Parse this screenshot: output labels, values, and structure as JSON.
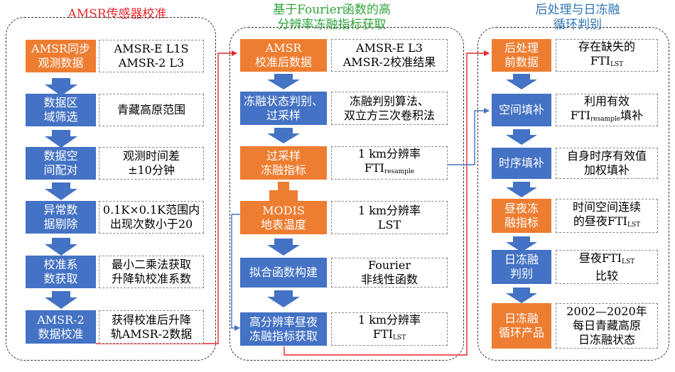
{
  "colors": {
    "orange": "#ed7d31",
    "blue": "#4472c4",
    "title_red": "#e8262b",
    "title_green": "#2ea43a",
    "title_blue": "#2e75b6",
    "connector_red": "#e8262b",
    "connector_blue": "#4472c4"
  },
  "columns": {
    "calibration": {
      "title": "AMSR传感器校准",
      "steps": [
        {
          "label": "AMSR同步\n观测数据",
          "color": "orange",
          "desc": [
            "AMSR-E L1S",
            "AMSR-2 L3"
          ]
        },
        {
          "label": "数据区\n域筛选",
          "color": "blue",
          "desc": [
            "青藏高原范围"
          ]
        },
        {
          "label": "数据空\n间配对",
          "color": "blue",
          "desc": [
            "观测时间差",
            "±10分钟"
          ]
        },
        {
          "label": "异常数\n据剔除",
          "color": "blue",
          "desc": [
            "0.1K×0.1K范围内",
            "出现次数小于20"
          ]
        },
        {
          "label": "校准系\n数获取",
          "color": "blue",
          "desc": [
            "最小二乘法获取",
            "升降轨校准系数"
          ]
        },
        {
          "label": "AMSR-2\n数据校准",
          "color": "blue",
          "desc": [
            "获得校准后升降",
            "轨AMSR-2数据"
          ]
        }
      ]
    },
    "fourier": {
      "title_line1": "基于Fourier函数的高",
      "title_line2": "分辨率冻融指标获取",
      "steps": [
        {
          "label": "AMSR\n校准后数据",
          "color": "orange",
          "desc": [
            "AMSR-E L3",
            "AMSR-2校准结果"
          ]
        },
        {
          "label": "冻融状态判别、\n过采样",
          "color": "blue",
          "desc": [
            "冻融判别算法、",
            "双立方三次卷积法"
          ]
        },
        {
          "label": "过采样\n冻融指标",
          "color": "orange",
          "desc_line1": "1 km分辨率",
          "desc_main": "FTI",
          "desc_sub": "resample"
        },
        {
          "label": "MODIS\n地表温度",
          "color": "orange",
          "desc": [
            "1 km分辨率",
            "LST"
          ]
        },
        {
          "label": "拟合函数构建",
          "color": "blue",
          "desc": [
            "Fourier",
            "非线性函数"
          ]
        },
        {
          "label": "高分辨率昼夜\n冻融指标获取",
          "color": "blue",
          "desc_line1": "1 km分辨率",
          "desc_main": "FTI",
          "desc_sub": "LST"
        }
      ],
      "plus_symbol": "+"
    },
    "post": {
      "title_line1": "后处理与日冻融",
      "title_line2": "循环判别",
      "steps": [
        {
          "label": "后处理\n前数据",
          "color": "orange",
          "desc_line1": "存在缺失的",
          "desc_main": "FTI",
          "desc_sub": "LST"
        },
        {
          "label": "空间填补",
          "color": "blue",
          "desc_line1": "利用有效",
          "desc_main": "FTI",
          "desc_sub": "resample",
          "desc_tail": "填补"
        },
        {
          "label": "时序填补",
          "color": "blue",
          "desc": [
            "自身时序有效值",
            "加权填补"
          ]
        },
        {
          "label": "昼夜冻\n融指标",
          "color": "orange",
          "desc_line1": "时间空间连续",
          "desc_pre": "的昼夜",
          "desc_main": "FTI",
          "desc_sub": "LST"
        },
        {
          "label": "日冻融\n判别",
          "color": "blue",
          "desc_pre": "昼夜",
          "desc_main": "FTI",
          "desc_sub": "LST",
          "desc_line2": "比较"
        },
        {
          "label": "日冻融\n循环产品",
          "color": "orange",
          "desc": [
            "2002—2020年",
            "每日青藏高原",
            "日冻融状态"
          ]
        }
      ]
    }
  }
}
